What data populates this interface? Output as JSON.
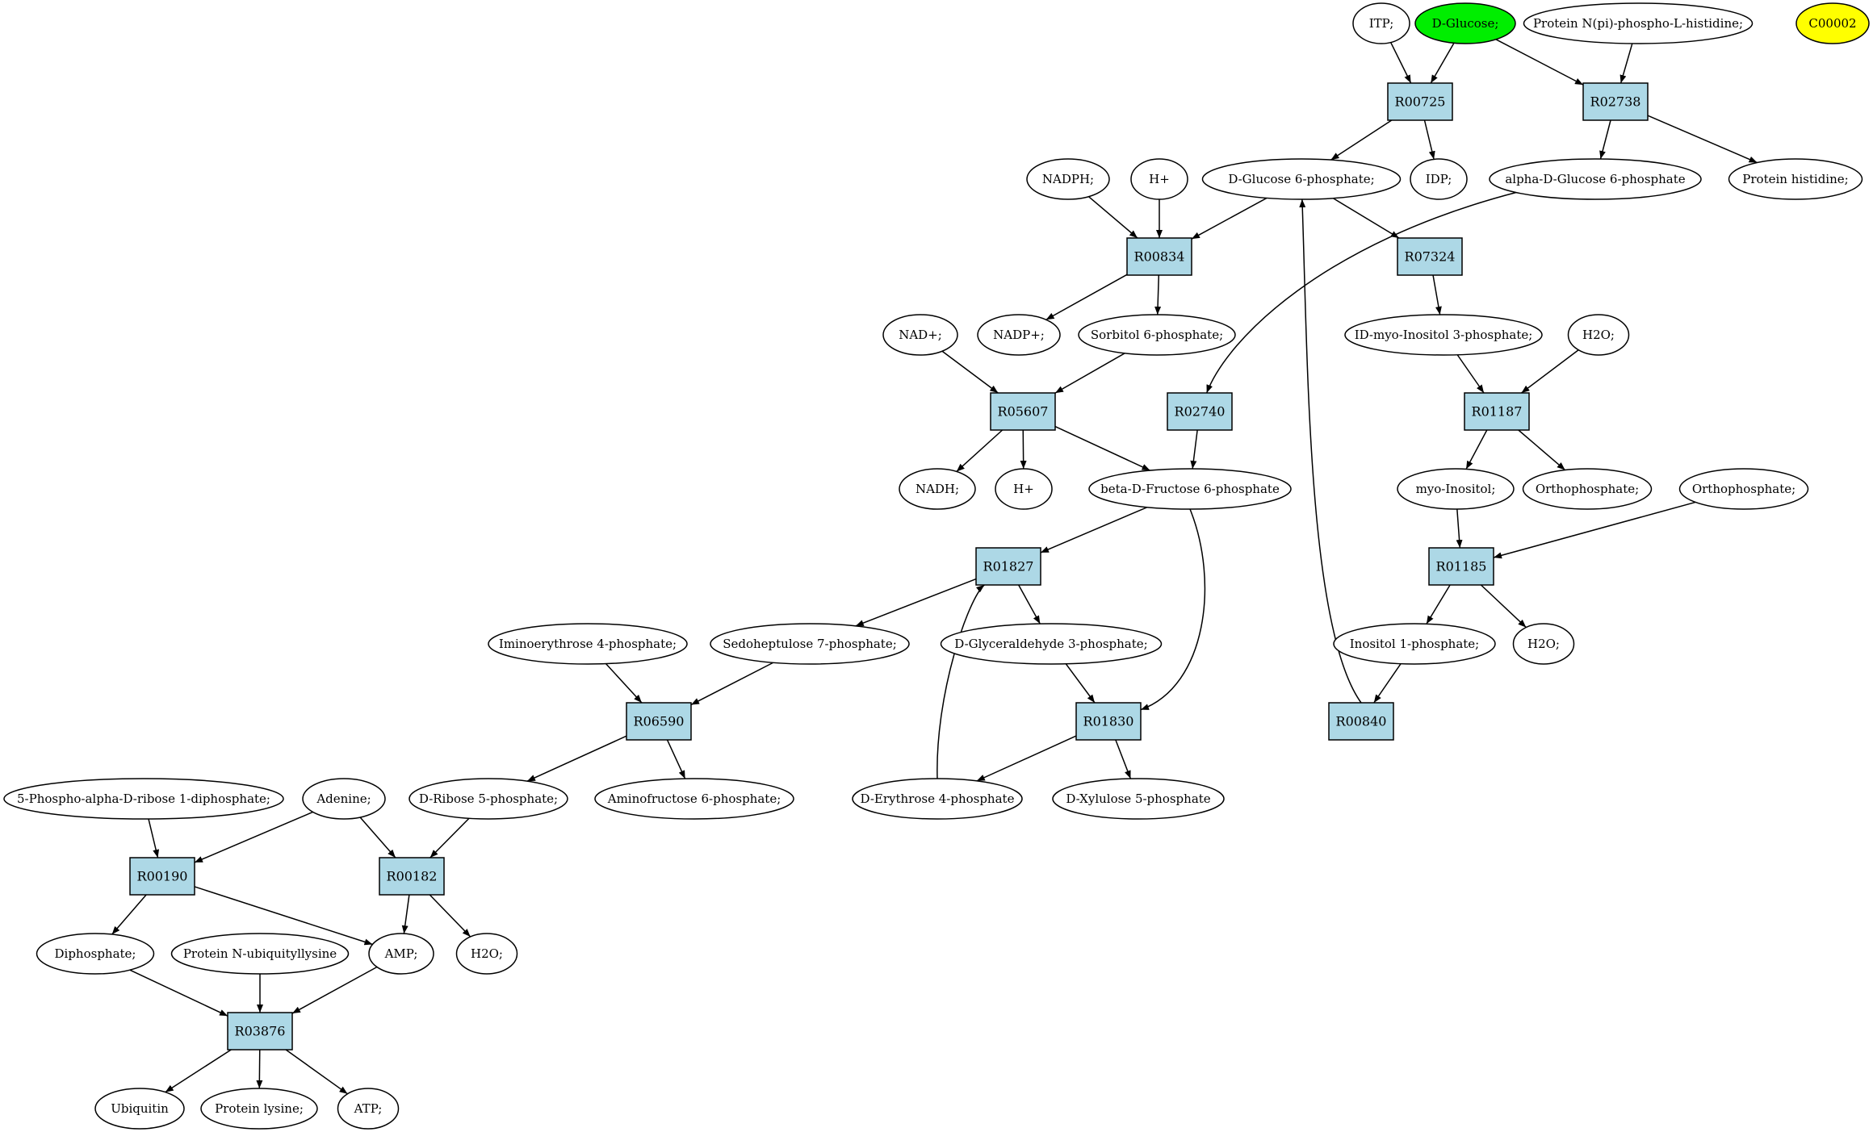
{
  "colors": {
    "reaction_fill": "#add8e6",
    "compound_fill": "#ffffff",
    "start_fill": "#00ee00",
    "highlight_fill": "#ffff00",
    "edge": "#000000"
  },
  "nodes": [
    {
      "id": "itp",
      "label": "ITP;",
      "kind": "compound"
    },
    {
      "id": "dglucose",
      "label": "D-Glucose;",
      "kind": "start"
    },
    {
      "id": "proteinnpi",
      "label": "Protein N(pi)-phospho-L-histidine;",
      "kind": "compound"
    },
    {
      "id": "c00002",
      "label": "C00002",
      "kind": "highlight"
    },
    {
      "id": "r00725",
      "label": "R00725",
      "kind": "reaction"
    },
    {
      "id": "r02738",
      "label": "R02738",
      "kind": "reaction"
    },
    {
      "id": "nadph",
      "label": "NADPH;",
      "kind": "compound"
    },
    {
      "id": "hplus1",
      "label": "H+",
      "kind": "compound"
    },
    {
      "id": "dg6p",
      "label": "D-Glucose 6-phosphate;",
      "kind": "compound"
    },
    {
      "id": "idp",
      "label": "IDP;",
      "kind": "compound"
    },
    {
      "id": "adg6p",
      "label": "alpha-D-Glucose 6-phosphate",
      "kind": "compound"
    },
    {
      "id": "prothis",
      "label": "Protein histidine;",
      "kind": "compound"
    },
    {
      "id": "r00834",
      "label": "R00834",
      "kind": "reaction"
    },
    {
      "id": "r07324",
      "label": "R07324",
      "kind": "reaction"
    },
    {
      "id": "nadplus",
      "label": "NAD+;",
      "kind": "compound"
    },
    {
      "id": "nadpplus",
      "label": "NADP+;",
      "kind": "compound"
    },
    {
      "id": "sorb6p",
      "label": "Sorbitol 6-phosphate;",
      "kind": "compound"
    },
    {
      "id": "idmyo",
      "label": "ID-myo-Inositol 3-phosphate;",
      "kind": "compound"
    },
    {
      "id": "h2o1",
      "label": "H2O;",
      "kind": "compound"
    },
    {
      "id": "r05607",
      "label": "R05607",
      "kind": "reaction"
    },
    {
      "id": "r02740",
      "label": "R02740",
      "kind": "reaction"
    },
    {
      "id": "r01187",
      "label": "R01187",
      "kind": "reaction"
    },
    {
      "id": "nadh",
      "label": "NADH;",
      "kind": "compound"
    },
    {
      "id": "hplus2",
      "label": "H+",
      "kind": "compound"
    },
    {
      "id": "bdf6p",
      "label": "beta-D-Fructose 6-phosphate",
      "kind": "compound"
    },
    {
      "id": "myoinositol",
      "label": "myo-Inositol;",
      "kind": "compound"
    },
    {
      "id": "orthop1",
      "label": "Orthophosphate;",
      "kind": "compound"
    },
    {
      "id": "orthop2",
      "label": "Orthophosphate;",
      "kind": "compound"
    },
    {
      "id": "r01827",
      "label": "R01827",
      "kind": "reaction"
    },
    {
      "id": "r01185",
      "label": "R01185",
      "kind": "reaction"
    },
    {
      "id": "imino",
      "label": "Iminoerythrose 4-phosphate;",
      "kind": "compound"
    },
    {
      "id": "sedo",
      "label": "Sedoheptulose 7-phosphate;",
      "kind": "compound"
    },
    {
      "id": "dga3p",
      "label": "D-Glyceraldehyde 3-phosphate;",
      "kind": "compound"
    },
    {
      "id": "ino1p",
      "label": "Inositol 1-phosphate;",
      "kind": "compound"
    },
    {
      "id": "h2o2",
      "label": "H2O;",
      "kind": "compound"
    },
    {
      "id": "r06590",
      "label": "R06590",
      "kind": "reaction"
    },
    {
      "id": "r01830",
      "label": "R01830",
      "kind": "reaction"
    },
    {
      "id": "r00840",
      "label": "R00840",
      "kind": "reaction"
    },
    {
      "id": "prpp",
      "label": "5-Phospho-alpha-D-ribose 1-diphosphate;",
      "kind": "compound"
    },
    {
      "id": "adenine",
      "label": "Adenine;",
      "kind": "compound"
    },
    {
      "id": "dr5p",
      "label": "D-Ribose 5-phosphate;",
      "kind": "compound"
    },
    {
      "id": "amf6p",
      "label": "Aminofructose 6-phosphate;",
      "kind": "compound"
    },
    {
      "id": "de4p",
      "label": "D-Erythrose 4-phosphate",
      "kind": "compound"
    },
    {
      "id": "dx5p",
      "label": "D-Xylulose 5-phosphate",
      "kind": "compound"
    },
    {
      "id": "r00190",
      "label": "R00190",
      "kind": "reaction"
    },
    {
      "id": "r00182",
      "label": "R00182",
      "kind": "reaction"
    },
    {
      "id": "diphos",
      "label": "Diphosphate;",
      "kind": "compound"
    },
    {
      "id": "protnubq",
      "label": "Protein N-ubiquityllysine",
      "kind": "compound"
    },
    {
      "id": "amp",
      "label": "AMP;",
      "kind": "compound"
    },
    {
      "id": "h2o3",
      "label": "H2O;",
      "kind": "compound"
    },
    {
      "id": "r03876",
      "label": "R03876",
      "kind": "reaction"
    },
    {
      "id": "ubiquitin",
      "label": "Ubiquitin",
      "kind": "compound"
    },
    {
      "id": "protlys",
      "label": "Protein lysine;",
      "kind": "compound"
    },
    {
      "id": "atp",
      "label": "ATP;",
      "kind": "compound"
    }
  ],
  "edges": [
    [
      "itp",
      "r00725"
    ],
    [
      "dglucose",
      "r00725"
    ],
    [
      "dglucose",
      "r02738"
    ],
    [
      "proteinnpi",
      "r02738"
    ],
    [
      "r00725",
      "dg6p"
    ],
    [
      "r00725",
      "idp"
    ],
    [
      "r02738",
      "adg6p"
    ],
    [
      "r02738",
      "prothis"
    ],
    [
      "nadph",
      "r00834"
    ],
    [
      "hplus1",
      "r00834"
    ],
    [
      "dg6p",
      "r00834"
    ],
    [
      "dg6p",
      "r07324"
    ],
    [
      "r00834",
      "nadpplus"
    ],
    [
      "r00834",
      "sorb6p"
    ],
    [
      "r07324",
      "idmyo"
    ],
    [
      "nadplus",
      "r05607"
    ],
    [
      "sorb6p",
      "r05607"
    ],
    [
      "adg6p",
      "r02740"
    ],
    [
      "idmyo",
      "r01187"
    ],
    [
      "h2o1",
      "r01187"
    ],
    [
      "r05607",
      "nadh"
    ],
    [
      "r05607",
      "hplus2"
    ],
    [
      "r05607",
      "bdf6p"
    ],
    [
      "r02740",
      "bdf6p"
    ],
    [
      "r01187",
      "myoinositol"
    ],
    [
      "r01187",
      "orthop1"
    ],
    [
      "bdf6p",
      "r01827"
    ],
    [
      "bdf6p",
      "r01830"
    ],
    [
      "myoinositol",
      "r01185"
    ],
    [
      "orthop2",
      "r01185"
    ],
    [
      "r01827",
      "sedo"
    ],
    [
      "r01827",
      "dga3p"
    ],
    [
      "r01185",
      "ino1p"
    ],
    [
      "r01185",
      "h2o2"
    ],
    [
      "imino",
      "r06590"
    ],
    [
      "sedo",
      "r06590"
    ],
    [
      "dga3p",
      "r01830"
    ],
    [
      "ino1p",
      "r00840"
    ],
    [
      "r00840",
      "dg6p"
    ],
    [
      "de4p",
      "r01827"
    ],
    [
      "r06590",
      "dr5p"
    ],
    [
      "r06590",
      "amf6p"
    ],
    [
      "r01830",
      "de4p"
    ],
    [
      "r01830",
      "dx5p"
    ],
    [
      "prpp",
      "r00190"
    ],
    [
      "adenine",
      "r00190"
    ],
    [
      "adenine",
      "r00182"
    ],
    [
      "dr5p",
      "r00182"
    ],
    [
      "r00190",
      "diphos"
    ],
    [
      "r00190",
      "amp"
    ],
    [
      "r00182",
      "amp"
    ],
    [
      "r00182",
      "h2o3"
    ],
    [
      "diphos",
      "r03876"
    ],
    [
      "protnubq",
      "r03876"
    ],
    [
      "amp",
      "r03876"
    ],
    [
      "r03876",
      "ubiquitin"
    ],
    [
      "r03876",
      "protlys"
    ],
    [
      "r03876",
      "atp"
    ]
  ]
}
